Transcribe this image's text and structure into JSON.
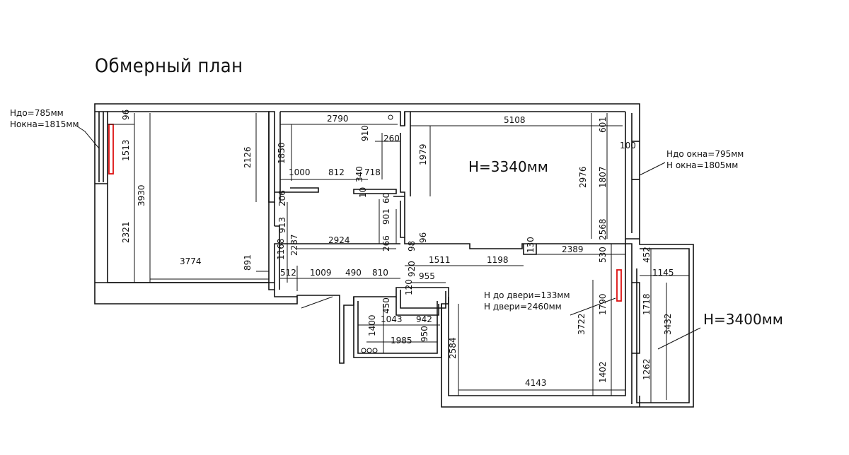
{
  "title": "Обмерный план",
  "notes": {
    "window_left": [
      "Hдо=785мм",
      "Нокна=1815мм"
    ],
    "window_right": [
      "Hдо окна=795мм",
      "H окна=1805мм"
    ],
    "door": [
      "H до двери=133мм",
      "H двери=2460мм"
    ]
  },
  "heights": {
    "main": "H=3340мм",
    "balcony": "H=3400мм"
  },
  "dimensions": {
    "d96": "96",
    "d1513": "1513",
    "d3930": "3930",
    "d2321": "2321",
    "d3774": "3774",
    "d891": "891",
    "d2126": "2126",
    "d2790": "2790",
    "d910": "910",
    "d260": "260",
    "d1850": "1850",
    "d1000": "1000",
    "d812": "812",
    "d340": "340",
    "d718": "718",
    "d10": "10",
    "d60": "60",
    "d206": "206",
    "d913": "913",
    "d1168": "1168",
    "d2287": "2287",
    "d2924": "2924",
    "d901": "901",
    "d266": "266",
    "d98": "98",
    "d96b": "96",
    "d512": "512",
    "d1009": "1009",
    "d490": "490",
    "d810": "810",
    "d920": "920",
    "d955": "955",
    "d120": "120",
    "d5108": "5108",
    "d601": "601",
    "d100": "100",
    "d1979": "1979",
    "d2976": "2976",
    "d1807": "1807",
    "d2568": "2568",
    "d1511": "1511",
    "d1198": "1198",
    "d130": "130",
    "d2389": "2389",
    "d530": "530",
    "d452": "452",
    "d1145": "1145",
    "d450": "450",
    "d1400": "1400",
    "d1043": "1043",
    "d942": "942",
    "d1985": "1985",
    "d950": "950",
    "d2584": "2584",
    "d3722": "3722",
    "d1790": "1790",
    "d1718": "1718",
    "d3432": "3432",
    "d4143": "4143",
    "d1402": "1402",
    "d1262": "1262"
  }
}
